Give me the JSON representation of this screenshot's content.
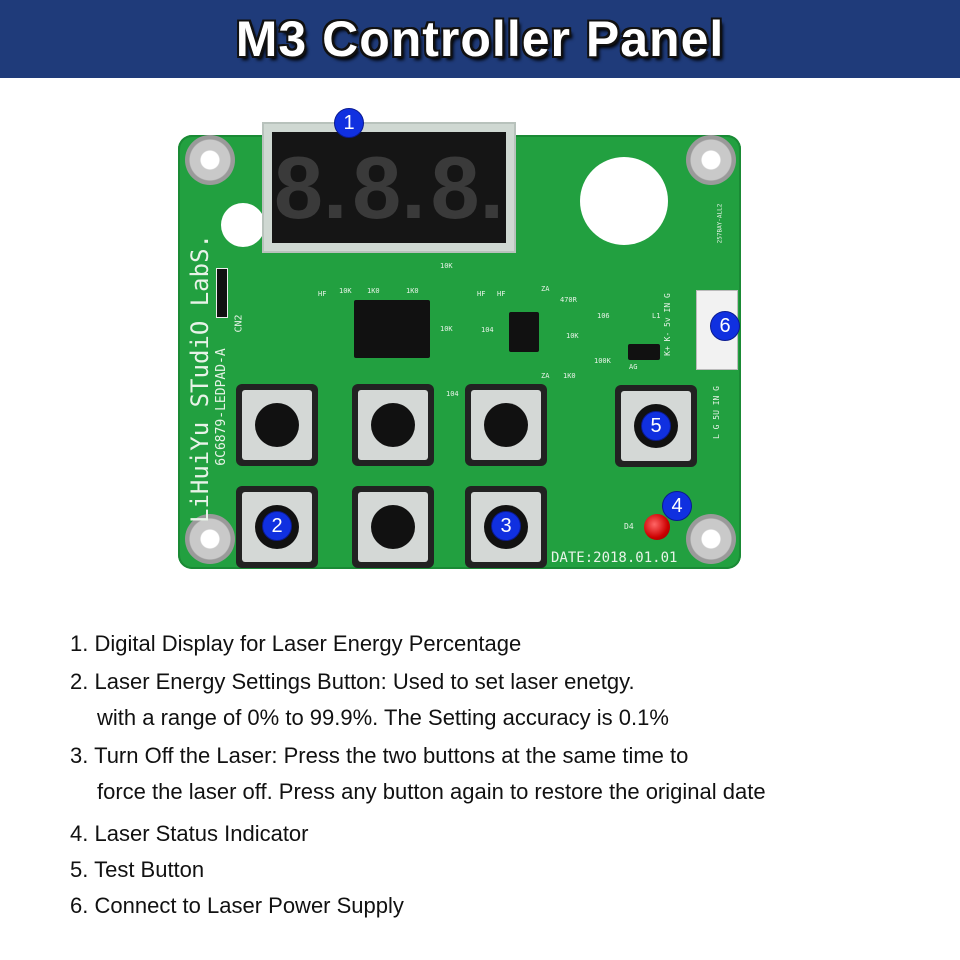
{
  "title": "M3 Controller Panel",
  "board": {
    "display_digits": [
      "8.",
      "8.",
      "8."
    ],
    "brand": "LiHuiYu STudiO LabS.",
    "model": "6C6879-LEDPAD-A",
    "connector_label": "CN2",
    "date": "DATE:2018.01.01",
    "led_label": "D4",
    "pin_labels": "K+ K- 5v IN G",
    "pin_labels2": "L G 5U IN G",
    "board_code": "257BAY-ALL2",
    "components": [
      "HF",
      "10K",
      "1K0",
      "1K0",
      "10K",
      "HF",
      "HF",
      "10K",
      "104",
      "ZA",
      "470R",
      "106",
      "L1",
      "10K",
      "100K",
      "AG",
      "ZA",
      "1K0",
      "104"
    ]
  },
  "callouts": [
    "1",
    "2",
    "3",
    "4",
    "5",
    "6"
  ],
  "descriptions": [
    {
      "num": "1.",
      "lines": [
        "Digital Display for Laser Energy Percentage"
      ]
    },
    {
      "num": "2.",
      "lines": [
        "Laser Energy Settings Button: Used to set laser enetgy.",
        "with a range of 0% to 99.9%. The Setting accuracy is 0.1%"
      ]
    },
    {
      "num": "3.",
      "lines": [
        "Turn Off the Laser: Press the two buttons at the same time to",
        "force the laser off. Press any button again to restore the original date"
      ]
    },
    {
      "num": "4.",
      "lines": [
        "Laser Status Indicator"
      ]
    },
    {
      "num": "5.",
      "lines": [
        "Test Button"
      ]
    },
    {
      "num": "6.",
      "lines": [
        "Connect to Laser Power Supply"
      ]
    }
  ],
  "colors": {
    "header": "#1f3b7a",
    "pcb": "#22a040",
    "callout": "#1030e0"
  }
}
